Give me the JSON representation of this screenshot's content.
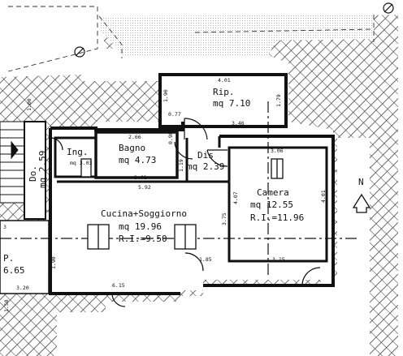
{
  "rooms": {
    "rip": {
      "name": "Rip.",
      "area": "mq 7.10"
    },
    "bagno": {
      "name": "Bagno",
      "area": "mq 4.73"
    },
    "ing": {
      "name": "Ing.",
      "area": "mq 3.03"
    },
    "dis": {
      "name": "Dis",
      "area": "mq 2.39"
    },
    "camera": {
      "name": "Camera",
      "area": "mq 12.55",
      "ri": "R.I.=11.96"
    },
    "cucina": {
      "name": "Cucina+Soggiorno",
      "area": "mq 19.96",
      "ri": "R.I.=9.50"
    },
    "doccia": {
      "name": "Do.",
      "area": "mq 2.59"
    },
    "portico": {
      "name": "P.",
      "area": "6.65"
    }
  },
  "dimensions": {
    "rip_top": "4.01",
    "rip_left": "1.90",
    "rip_bottom_left": "0.77",
    "rip_bottom": "3.46",
    "rip_right": "1.79",
    "bagno_top": "2.66",
    "bagno_right": "0.98",
    "bagno_bottom": "3.01",
    "dis_left": "1.19",
    "dis_bottom": "5.92",
    "camera_top": "3.06",
    "camera_left": "4.07",
    "camera_right": "4.01",
    "camera_bottom": "3.15",
    "camera_left_low": "3.75",
    "cucina_bottom": "6.15",
    "cucina_left": "1.90",
    "cucina_door": "1.85",
    "outer_left_top": "1.00",
    "outer_bottom_left": "3.20",
    "outer_left_mark": "3",
    "bottom_left_dim": "1.50"
  },
  "compass": {
    "north_label": "N"
  }
}
